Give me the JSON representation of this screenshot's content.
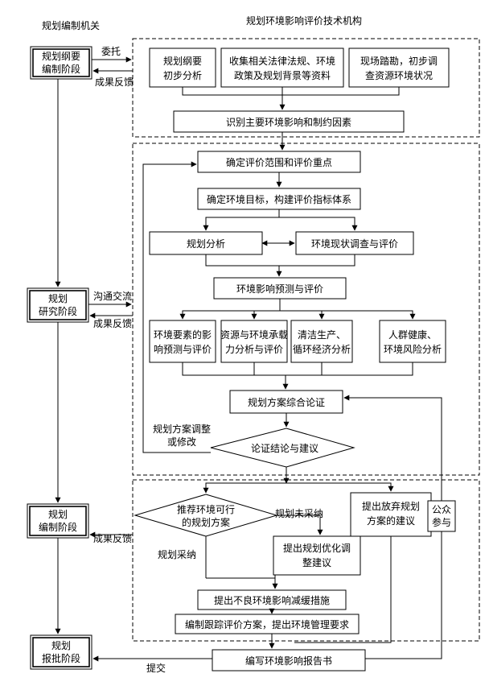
{
  "headers": {
    "left": "规划编制机关",
    "right": "规划环境影响评价技术机构"
  },
  "stages": {
    "outline": [
      "规划纲要",
      "编制阶段"
    ],
    "research": [
      "规划",
      "研究阶段"
    ],
    "compile": [
      "规划",
      "编制阶段"
    ],
    "approve": [
      "规划",
      "报批阶段"
    ]
  },
  "edge_labels": {
    "entrust": "委托",
    "feedback_1": "成果反馈",
    "communicate": "沟通交流",
    "feedback_2": "成果反馈",
    "feedback_3": "成果反馈",
    "submit": "提交",
    "plan_adjust": [
      "规划方案调整",
      "或修改"
    ],
    "plan_not_adopted": "规划未采纳",
    "plan_adopted": "规划采纳"
  },
  "boxes": {
    "prelim_analysis": [
      "规划纲要",
      "初步分析"
    ],
    "collect_laws": [
      "收集相关法律法规、环境",
      "政策及规划背景等资料"
    ],
    "field_survey": [
      "现场踏勘，初步调",
      "查资源环境状况"
    ],
    "identify_factors": "识别主要环境影响和制约因素",
    "determine_scope": "确定评价范围和评价重点",
    "env_targets": "确定环境目标，构建评价指标体系",
    "plan_analysis": "规划分析",
    "status_survey": "环境现状调查与评价",
    "impact_predict": "环境影响预测与评价",
    "element_predict": [
      "环境要素的影",
      "响预测与评价"
    ],
    "resource_capacity": [
      "资源与环境承载",
      "力分析与评价"
    ],
    "clean_production": [
      "清洁生产、",
      "循环经济分析"
    ],
    "health_risk": [
      "人群健康、",
      "环境风险分析"
    ],
    "comprehensive_demo": "规划方案综合论证",
    "conclusions": "论证结论与建议",
    "recommend_plan": [
      "推荐环境可行",
      "的规划方案"
    ],
    "abandon_plan": [
      "提出放弃规划",
      "方案的建议"
    ],
    "optimize_plan": [
      "提出规划优化调",
      "整建议"
    ],
    "mitigation": "提出不良环境影响减缓措施",
    "tracking_plan": "编制跟踪评价方案，提出环境管理要求",
    "write_report": "编写环境影响报告书",
    "public_participation": [
      "公众",
      "参与"
    ]
  }
}
